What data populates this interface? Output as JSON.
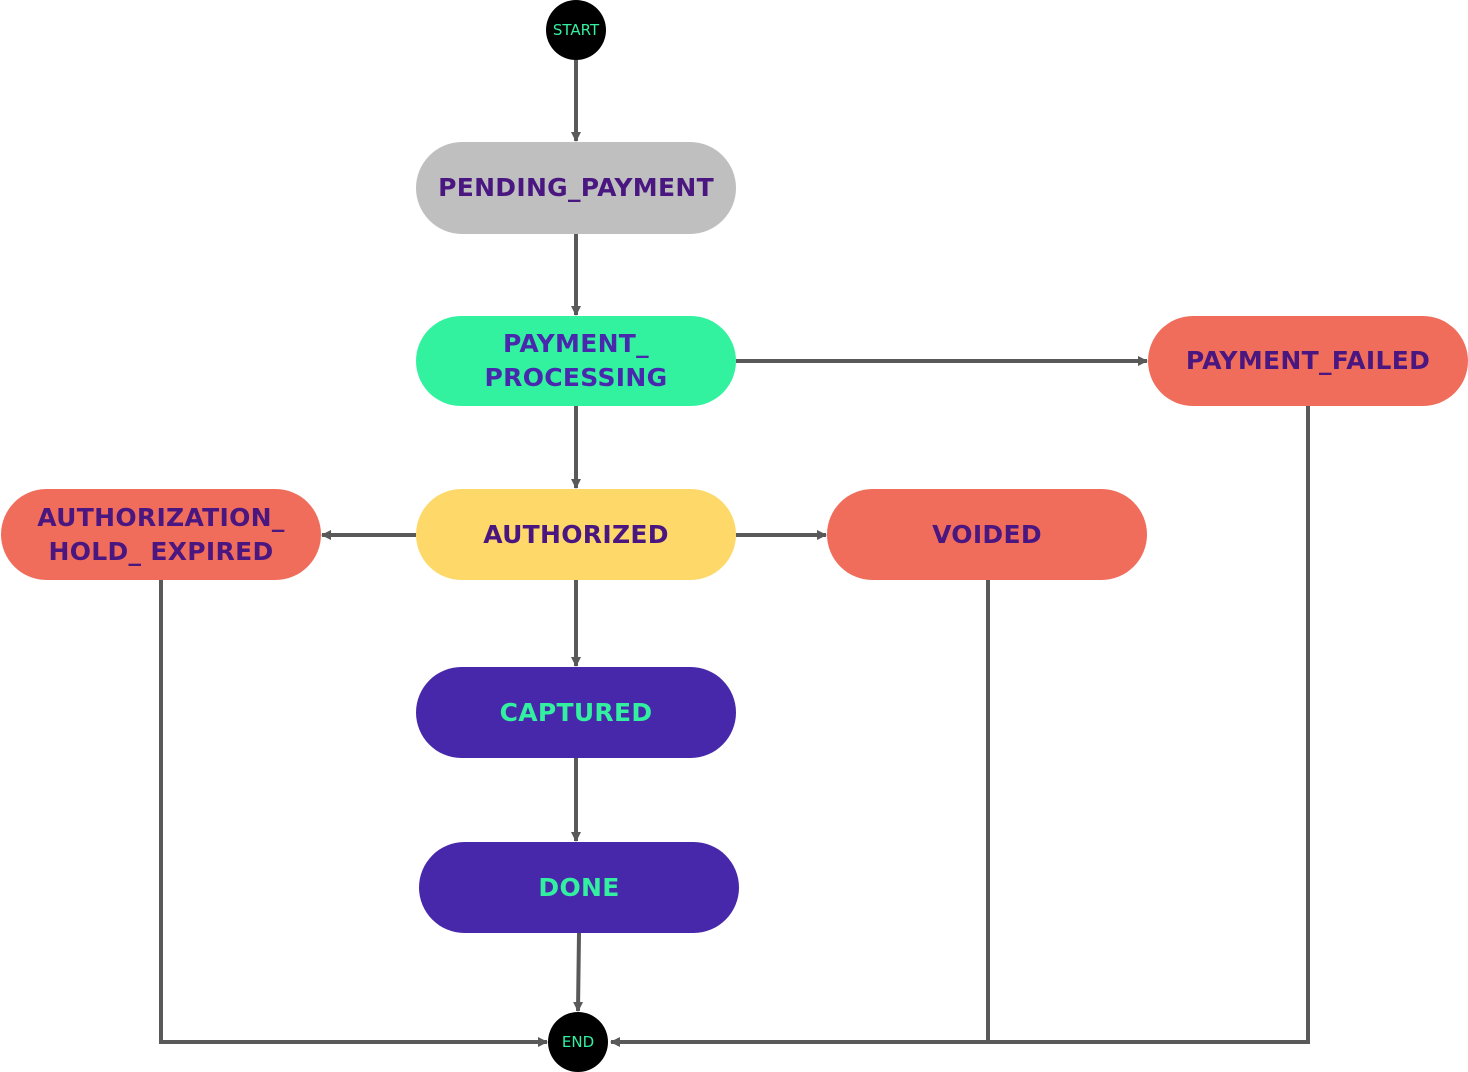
{
  "diagram": {
    "type": "state-machine",
    "edge_color": "#595959",
    "terminals": {
      "start": {
        "label": "START",
        "fill": "#000000",
        "text_color": "#32f0a0"
      },
      "end": {
        "label": "END",
        "fill": "#000000",
        "text_color": "#32f0a0"
      }
    },
    "states": {
      "pending_payment": {
        "label": "PENDING_PAYMENT",
        "fill": "#bfbfbf",
        "text_color": "#4a1680"
      },
      "payment_processing": {
        "label": "PAYMENT_\nPROCESSING",
        "fill": "#32f2a0",
        "text_color": "#4a28ae"
      },
      "payment_failed": {
        "label": "PAYMENT_FAILED",
        "fill": "#f06d5c",
        "text_color": "#4a1680"
      },
      "authorization_hold_expired": {
        "label": "AUTHORIZATION_\nHOLD_ EXPIRED",
        "fill": "#f06d5c",
        "text_color": "#4a1680"
      },
      "authorized": {
        "label": "AUTHORIZED",
        "fill": "#fed868",
        "text_color": "#4a1680"
      },
      "voided": {
        "label": "VOIDED",
        "fill": "#f06d5c",
        "text_color": "#4a1680"
      },
      "captured": {
        "label": "CAPTURED",
        "fill": "#4828aa",
        "text_color": "#32f0a0"
      },
      "done": {
        "label": "DONE",
        "fill": "#4828aa",
        "text_color": "#32f0a0"
      }
    },
    "transitions": [
      {
        "from": "start",
        "to": "pending_payment"
      },
      {
        "from": "pending_payment",
        "to": "payment_processing"
      },
      {
        "from": "payment_processing",
        "to": "payment_failed"
      },
      {
        "from": "payment_processing",
        "to": "authorized"
      },
      {
        "from": "authorized",
        "to": "authorization_hold_expired"
      },
      {
        "from": "authorized",
        "to": "voided"
      },
      {
        "from": "authorized",
        "to": "captured"
      },
      {
        "from": "captured",
        "to": "done"
      },
      {
        "from": "done",
        "to": "end"
      },
      {
        "from": "authorization_hold_expired",
        "to": "end"
      },
      {
        "from": "voided",
        "to": "end"
      },
      {
        "from": "payment_failed",
        "to": "end"
      }
    ]
  }
}
